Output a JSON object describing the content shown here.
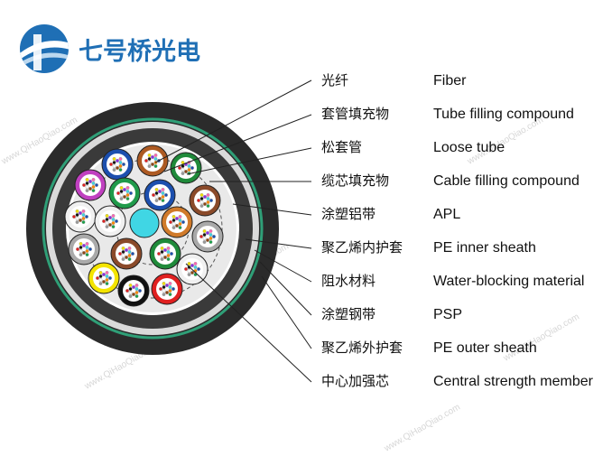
{
  "brand": {
    "name": "七号桥光电",
    "logo_icon": "bridge-circle-logo",
    "color": "#1f6fb5"
  },
  "watermark": "www.QiHaoQiao.com",
  "labels": [
    {
      "zh": "光纤",
      "en": "Fiber"
    },
    {
      "zh": "套管填充物",
      "en": "Tube filling compound"
    },
    {
      "zh": "松套管",
      "en": "Loose tube"
    },
    {
      "zh": "缆芯填充物",
      "en": "Cable filling compound"
    },
    {
      "zh": "涂塑铝带",
      "en": "APL"
    },
    {
      "zh": "聚乙烯内护套",
      "en": "PE inner sheath"
    },
    {
      "zh": "阻水材料",
      "en": "Water-blocking material"
    },
    {
      "zh": "涂塑钢带",
      "en": "PSP"
    },
    {
      "zh": "聚乙烯外护套",
      "en": "PE outer sheath"
    },
    {
      "zh": "中心加强芯",
      "en": "Central strength member"
    }
  ],
  "colors": {
    "outer_sheath": "#2b2b2b",
    "psp_stripe": "#2f9f77",
    "inner_sheath": "#3a3a3a",
    "core_bg": "#e9e9e9",
    "central_member": "#40d6e4"
  },
  "tube_colors": [
    "#1c4fae",
    "#ad5a22",
    "#1f8a3a",
    "#8a4a2a",
    "#a9a9a9",
    "#f0f0f0",
    "#e02020",
    "#111111",
    "#f4e400",
    "#a9a9a9",
    "#f0f0f0",
    "#c040c0",
    "#1f9a4a",
    "#1c4fae",
    "#d07a2a",
    "#1f8a3a",
    "#8a4a2a",
    "#f0f0f0"
  ]
}
